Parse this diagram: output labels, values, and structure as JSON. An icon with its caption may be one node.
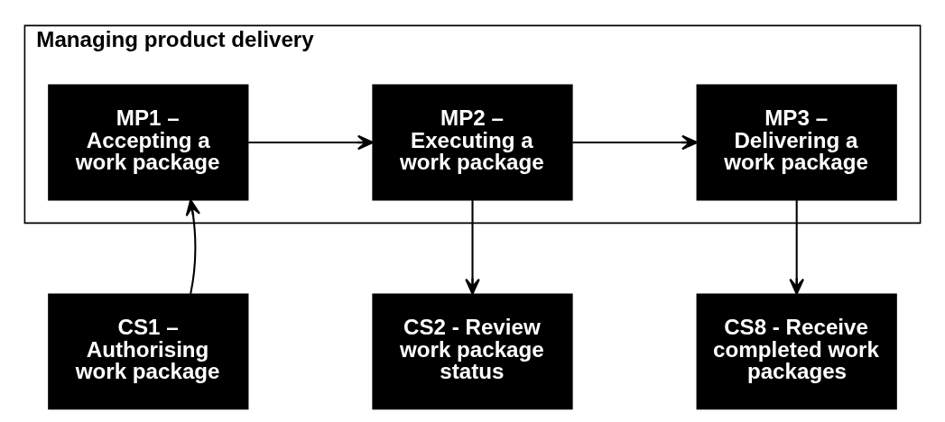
{
  "diagram": {
    "nodes": [
      {
        "text": [
          "Managing product delivery"
        ]
      },
      {
        "text": [
          "MP1 – Accepting a work package"
        ],
        "in": 0
      },
      {
        "text": [
          "MP2 – Executing a work package"
        ],
        "in": 0
      },
      {
        "text": [
          "MP3 – Delivering a work package"
        ],
        "in": 0
      },
      {
        "text": [
          "CS1 – Authorising work package"
        ]
      },
      {
        "text": [
          "CS2 - Review work package status"
        ]
      },
      {
        "text": [
          "CS8 - Receive completed work packages"
        ]
      }
    ],
    "edges": [
      {
        "from": 1,
        "to": 2,
        "arrow": "to"
      },
      {
        "from": 2,
        "to": 3,
        "arrow": "to"
      },
      {
        "from": 4,
        "to": 1,
        "arrow": "to"
      },
      {
        "from": 2,
        "to": 5,
        "arrow": "to"
      },
      {
        "from": 3,
        "to": 6,
        "arrow": "to"
      }
    ]
  }
}
